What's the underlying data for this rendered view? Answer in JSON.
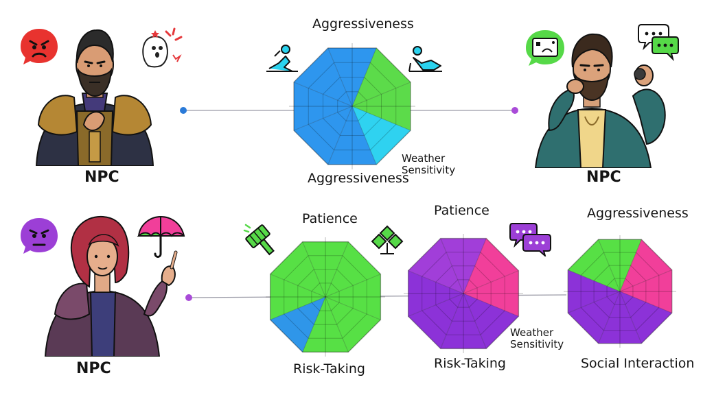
{
  "npc_label": "NPC",
  "top_left": {
    "npc_label": "NPC",
    "mood_icon": "angry-face-icon",
    "extra_icon": "startled-ghost-icon",
    "accent": "#e53935"
  },
  "top_right": {
    "npc_label": "NPC",
    "mood_icon": "board-game-bubble-icon",
    "extra_icon": "chat-bubbles-icon",
    "accent": "#5cd65c"
  },
  "bottom_left": {
    "npc_label": "NPC",
    "mood_icon": "annoyed-face-icon",
    "extra_icon": "umbrella-icon",
    "accent": "#9c3fd6"
  },
  "charts": {
    "top_center": {
      "label_top": "Aggressiveness",
      "label_bottom": "Aggressiveness",
      "label_right": "Weather\nSensitivity",
      "icons": [
        "reclining-person-icon",
        "reclining-person-icon"
      ]
    },
    "bottom_center": {
      "label_top": "Patience",
      "label_bottom": "Risk-Taking",
      "icons": [
        "hammer-icon",
        "flower-icon"
      ]
    },
    "bottom_middle": {
      "label_top": "Patience",
      "label_bottom": "Risk-Taking",
      "label_right": "Weather\nSensitivity",
      "icons": [
        "chat-bubbles-icon"
      ]
    },
    "bottom_right": {
      "label_top": "Aggressiveness",
      "label_bottom": "Social Interaction"
    }
  },
  "chart_data": [
    {
      "type": "radar",
      "title": "",
      "segments": [
        {
          "from": 0,
          "to": 2,
          "color": "#5cdb4a"
        },
        {
          "from": 2,
          "to": 3,
          "color": "#2fd2f0"
        },
        {
          "from": 3,
          "to": 8,
          "color": "#2e96ee"
        }
      ],
      "sides": 8,
      "rings": 4
    },
    {
      "type": "radar",
      "title": "",
      "segments": [
        {
          "from": 0,
          "to": 4,
          "color": "#57e045"
        },
        {
          "from": 4,
          "to": 5,
          "color": "#2f96e9"
        },
        {
          "from": 5,
          "to": 8,
          "color": "#57e045"
        }
      ],
      "sides": 8,
      "rings": 4
    },
    {
      "type": "radar",
      "title": "",
      "segments": [
        {
          "from": 0,
          "to": 2,
          "color": "#f13f9a"
        },
        {
          "from": 2,
          "to": 6,
          "color": "#8c32d8"
        },
        {
          "from": 6,
          "to": 8,
          "color": "#a13ed9"
        }
      ],
      "sides": 8,
      "rings": 4
    },
    {
      "type": "radar",
      "title": "",
      "segments": [
        {
          "from": 0,
          "to": 2,
          "color": "#f13f9a"
        },
        {
          "from": 2,
          "to": 6,
          "color": "#8c32d8"
        },
        {
          "from": 6,
          "to": 8,
          "color": "#57e045"
        }
      ],
      "sides": 8,
      "rings": 4
    }
  ]
}
